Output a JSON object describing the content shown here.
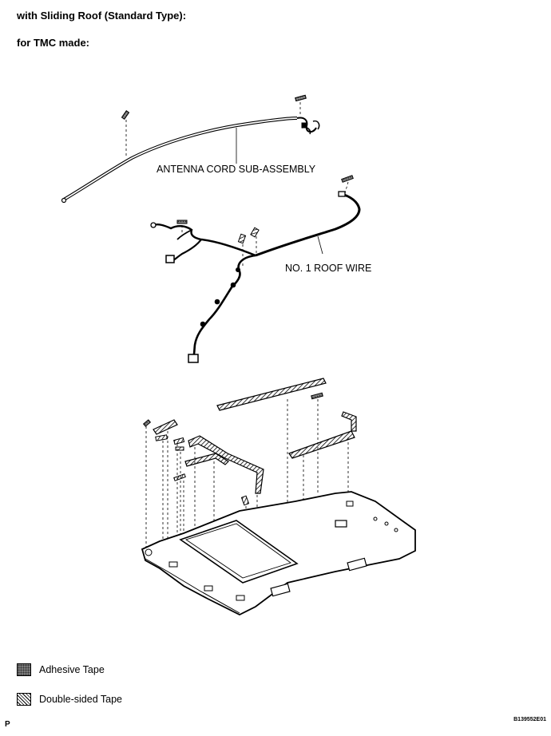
{
  "header": {
    "line1": "with Sliding Roof (Standard Type):",
    "line2": "for TMC made:"
  },
  "callouts": {
    "antenna": "ANTENNA CORD SUB-ASSEMBLY",
    "roof_wire": "NO. 1 ROOF WIRE"
  },
  "legend": {
    "adhesive": "Adhesive Tape",
    "double_sided": "Double-sided Tape"
  },
  "footer": {
    "page_marker": "P",
    "figure_code": "B139552E01"
  },
  "colors": {
    "line": "#000000",
    "tape_dark": "#555555",
    "background": "#ffffff"
  }
}
